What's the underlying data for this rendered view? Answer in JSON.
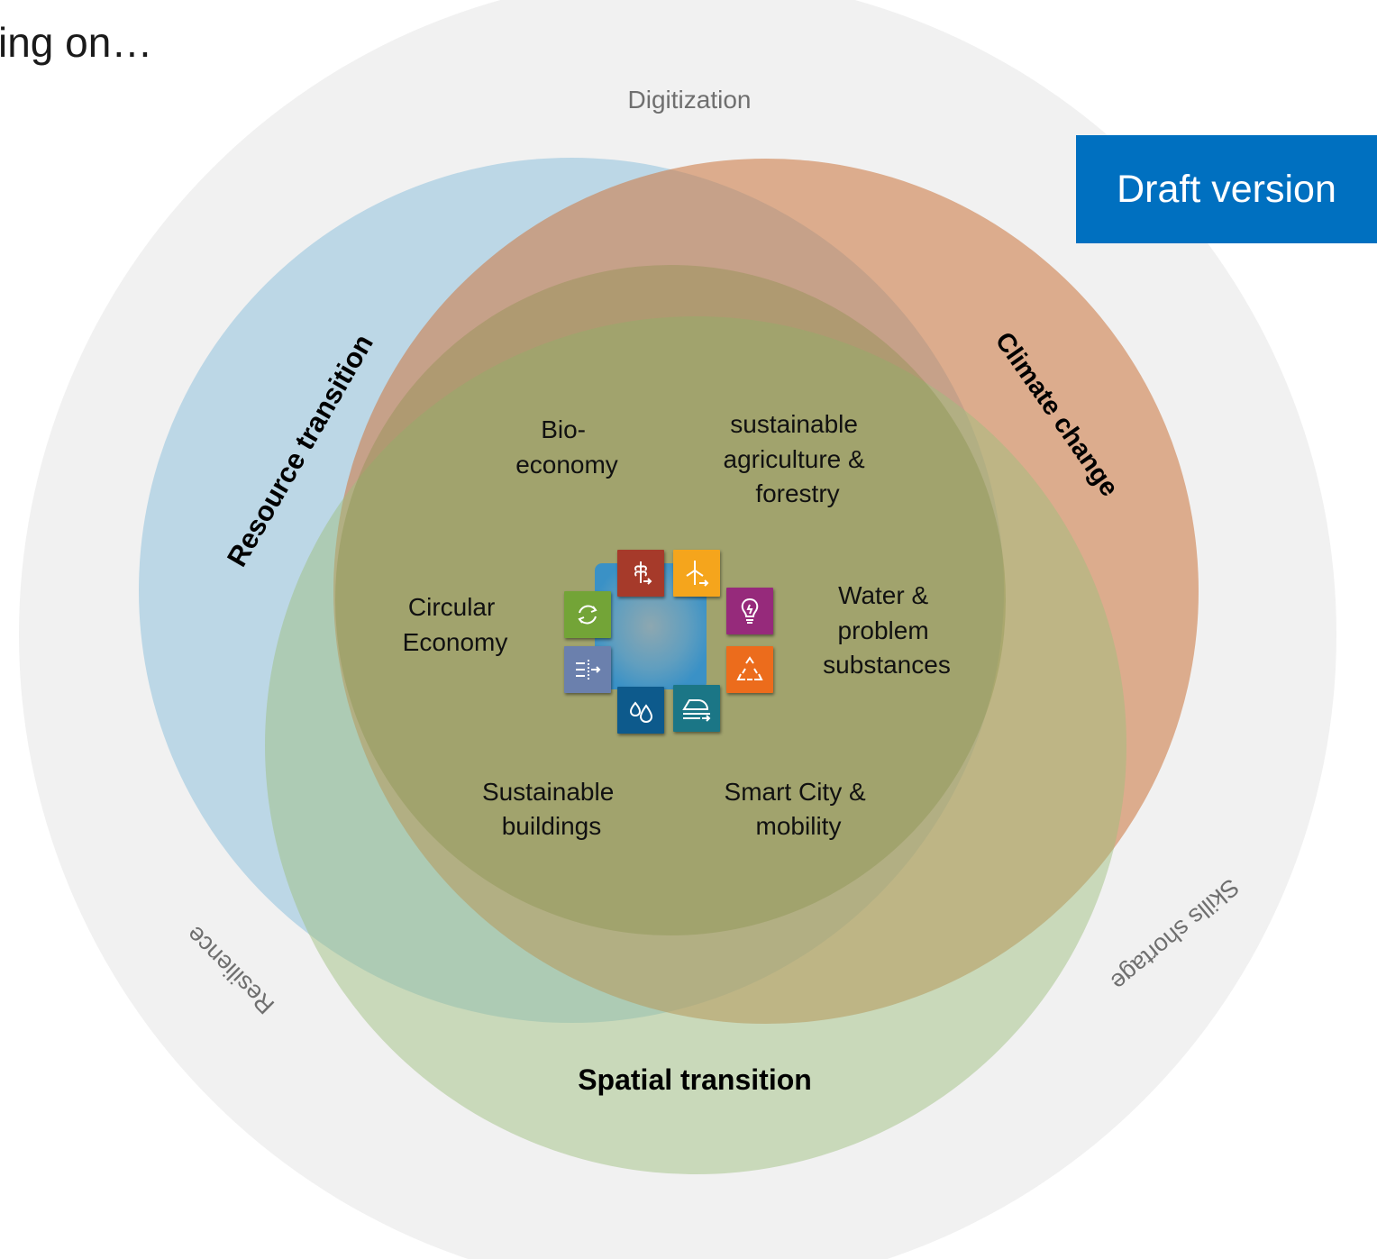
{
  "header": {
    "title": "ing on…"
  },
  "badge": {
    "label": "Draft version",
    "color": "#0070c0"
  },
  "outer_ring": {
    "labels": {
      "top": "Digitization",
      "left": "Resilience",
      "right": "Skills shortage"
    },
    "fill": "#f1f1f1"
  },
  "circles": [
    {
      "name": "Resource transition",
      "color": "#bfd8e6"
    },
    {
      "name": "Climate change",
      "color": "#d9976b"
    },
    {
      "name": "Spatial transition",
      "color": "#b5d0a0"
    }
  ],
  "center": {
    "topics": [
      {
        "lines": [
          "Bio-",
          "economy"
        ]
      },
      {
        "lines": [
          "sustainable",
          "agriculture &",
          "forestry"
        ]
      },
      {
        "lines": [
          "Circular",
          "Economy"
        ]
      },
      {
        "lines": [
          "Water &",
          "problem",
          "substances"
        ]
      },
      {
        "lines": [
          "Sustainable",
          "buildings"
        ]
      },
      {
        "lines": [
          "Smart City &",
          "mobility"
        ]
      }
    ],
    "icons": [
      {
        "name": "wheat-icon",
        "color": "#a63a2a"
      },
      {
        "name": "wind-turbine-icon",
        "color": "#f5a51c"
      },
      {
        "name": "lightbulb-icon",
        "color": "#962a7b"
      },
      {
        "name": "recycle-icon",
        "color": "#ec6c1c"
      },
      {
        "name": "train-icon",
        "color": "#1b7686"
      },
      {
        "name": "water-drops-icon",
        "color": "#0d5a8c"
      },
      {
        "name": "filter-icon",
        "color": "#6b80ad"
      },
      {
        "name": "circular-arrows-icon",
        "color": "#73a437"
      }
    ]
  }
}
